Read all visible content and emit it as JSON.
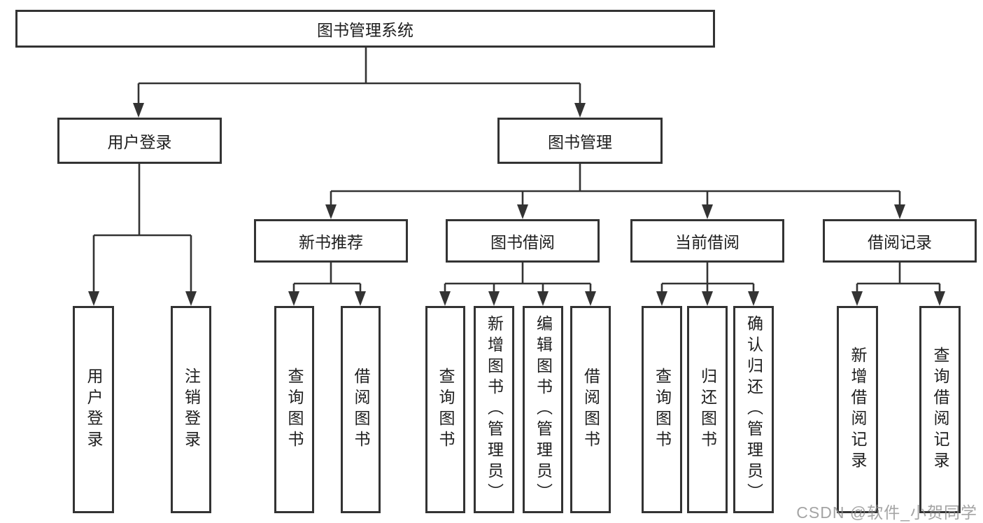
{
  "diagram": {
    "root": "图书管理系统",
    "user_login": {
      "label": "用户登录",
      "children": [
        "用户登录",
        "注销登录"
      ]
    },
    "book_management": {
      "label": "图书管理",
      "sections": [
        {
          "label": "新书推荐",
          "children": [
            "查询图书",
            "借阅图书"
          ]
        },
        {
          "label": "图书借阅",
          "children": [
            "查询图书",
            "新增图书（管理员）",
            "编辑图书（管理员）",
            "借阅图书"
          ]
        },
        {
          "label": "当前借阅",
          "children": [
            "查询图书",
            "归还图书",
            "确认归还（管理员）"
          ]
        },
        {
          "label": "借阅记录",
          "children": [
            "新增借阅记录",
            "查询借阅记录"
          ]
        }
      ]
    }
  },
  "watermark": "CSDN @软件_小贺同学"
}
